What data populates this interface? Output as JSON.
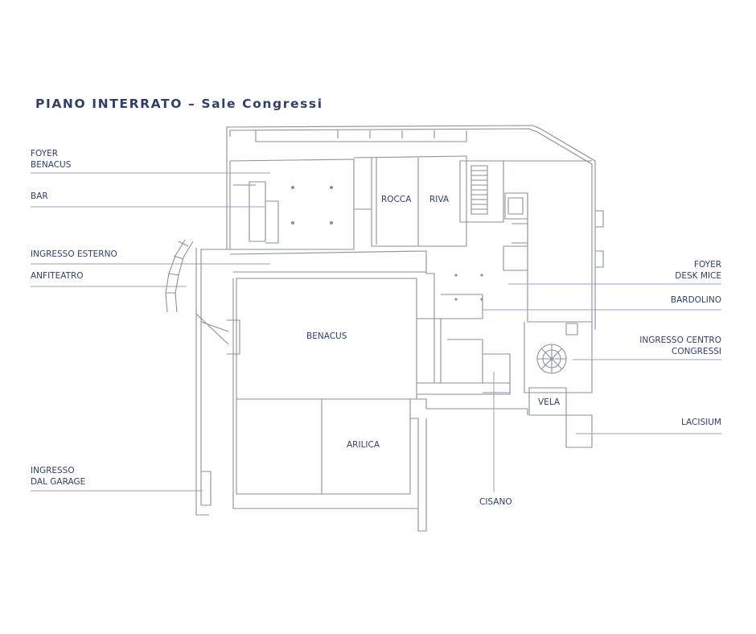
{
  "title": "PIANO INTERRATO – Sale Congressi",
  "labels": {
    "foyer_benacus": [
      "FOYER",
      "BENACUS"
    ],
    "bar": "BAR",
    "ingresso_esterno": "INGRESSO ESTERNO",
    "anfiteatro": "ANFITEATRO",
    "ingresso_garage": [
      "INGRESSO",
      "DAL GARAGE"
    ],
    "foyer_desk": [
      "FOYER",
      "DESK MICE"
    ],
    "bardolino": "BARDOLINO",
    "ingresso_centro": [
      "INGRESSO CENTRO",
      "CONGRESSI"
    ],
    "lacisium": "LACISIUM",
    "cisano": "CISANO"
  },
  "rooms": {
    "rocca": "ROCCA",
    "riva": "RIVA",
    "benacus": "BENACUS",
    "arilica": "ARILICA",
    "vela": "VELA"
  },
  "colors": {
    "text": "#2f3f68",
    "walls": "#8a909c",
    "leader": "#9aa2b8"
  }
}
